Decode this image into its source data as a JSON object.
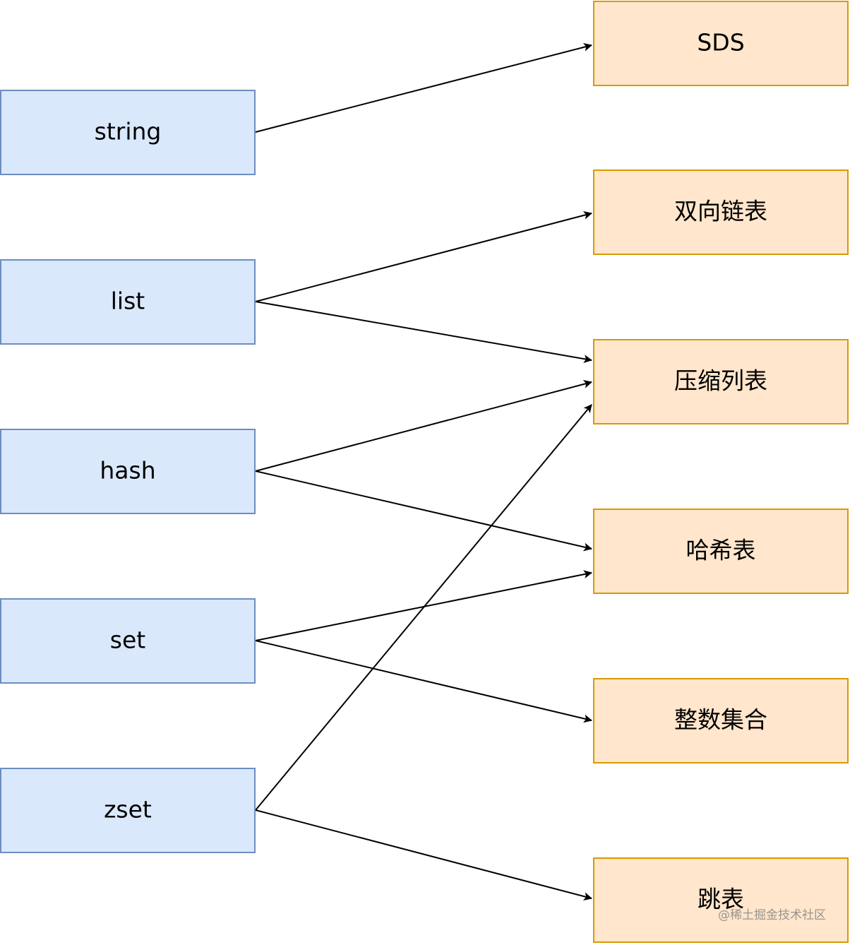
{
  "colors": {
    "left_fill": "#dae8fc",
    "left_stroke": "#6c8ebf",
    "right_fill": "#ffe6cc",
    "right_stroke": "#d79b00",
    "edge": "#000000"
  },
  "left_nodes": [
    {
      "id": "string",
      "label": "string"
    },
    {
      "id": "list",
      "label": "list"
    },
    {
      "id": "hash",
      "label": "hash"
    },
    {
      "id": "set",
      "label": "set"
    },
    {
      "id": "zset",
      "label": "zset"
    }
  ],
  "right_nodes": [
    {
      "id": "sds",
      "label": "SDS"
    },
    {
      "id": "linkedlist",
      "label": "双向链表"
    },
    {
      "id": "ziplist",
      "label": "压缩列表"
    },
    {
      "id": "hashtable",
      "label": "哈希表"
    },
    {
      "id": "intset",
      "label": "整数集合"
    },
    {
      "id": "skiplist",
      "label": "跳表"
    }
  ],
  "edges": [
    {
      "from": "string",
      "to": "sds"
    },
    {
      "from": "list",
      "to": "linkedlist"
    },
    {
      "from": "list",
      "to": "ziplist"
    },
    {
      "from": "hash",
      "to": "ziplist"
    },
    {
      "from": "hash",
      "to": "hashtable"
    },
    {
      "from": "set",
      "to": "hashtable"
    },
    {
      "from": "set",
      "to": "intset"
    },
    {
      "from": "zset",
      "to": "ziplist"
    },
    {
      "from": "zset",
      "to": "skiplist"
    }
  ],
  "watermark": "@稀土掘金技术社区"
}
